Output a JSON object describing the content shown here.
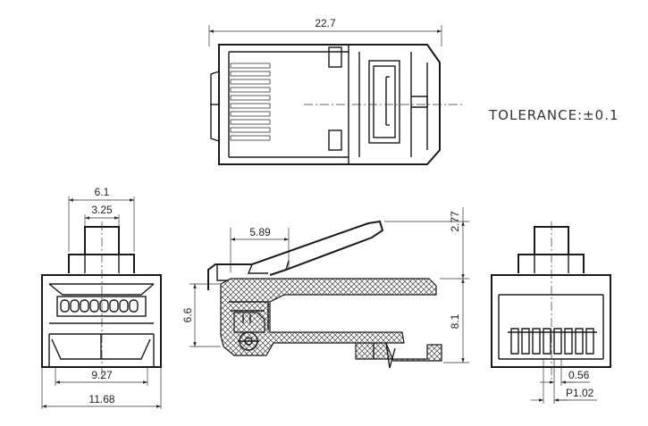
{
  "tolerance": "TOLERANCE:±0.1",
  "dimensions": {
    "overall_length": "22.7",
    "width_6_1": "6.1",
    "width_3_25": "3.25",
    "width_9_27": "9.27",
    "width_11_68": "11.68",
    "side_5_89": "5.89",
    "side_6_6": "6.6",
    "side_2_77": "2.77",
    "side_8_1": "8.1",
    "pin_width": "0.56",
    "pitch": "P1.02"
  }
}
